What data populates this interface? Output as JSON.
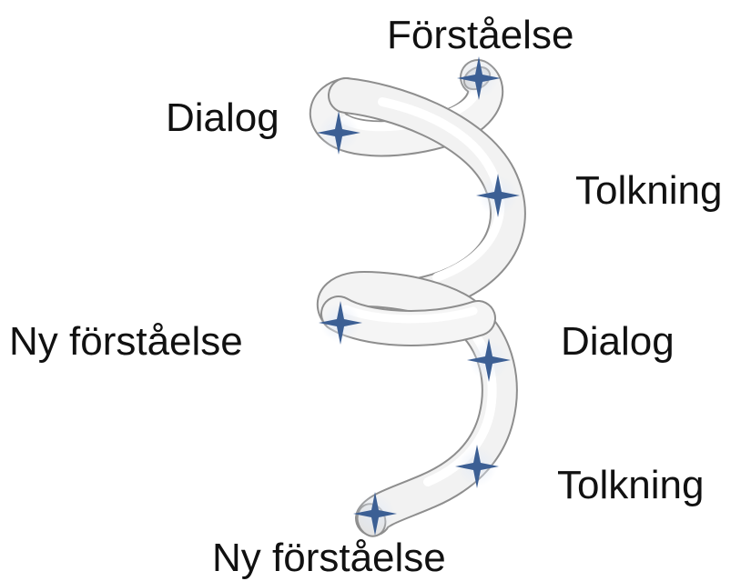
{
  "spiral": {
    "labels": [
      "Förståelse",
      "Dialog",
      "Tolkning",
      "Ny förståelse",
      "Dialog",
      "Tolkning",
      "Ny förståelse"
    ]
  },
  "colors": {
    "tube_edge": "#8e8e8e",
    "tube_light": "#ffffff",
    "tube_shadow": "#bdbdbd",
    "star_fill": "#3c5f94",
    "star_glow": "#dfe7f3",
    "text": "#111111"
  },
  "icons": {
    "marker": "four-point-star-icon"
  }
}
